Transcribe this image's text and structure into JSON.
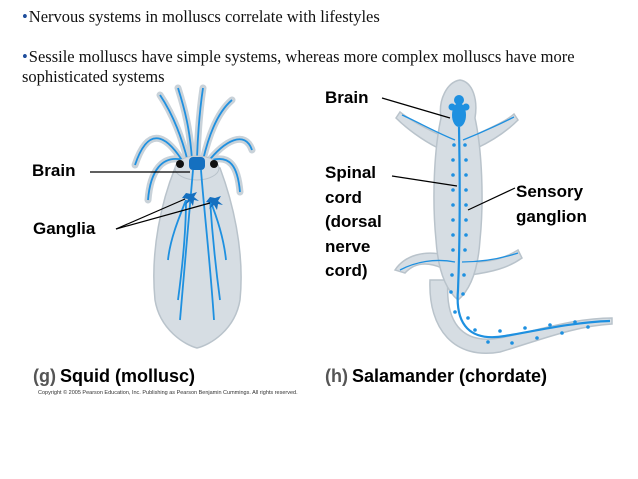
{
  "bullets": [
    {
      "marker": "•",
      "text": "Nervous systems in molluscs correlate with lifestyles"
    },
    {
      "marker": "•",
      "text": "Sessile molluscs have simple systems, whereas more complex molluscs have more sophisticated systems"
    }
  ],
  "squid": {
    "brain_label": "Brain",
    "ganglia_label": "Ganglia",
    "caption_letter": "(g)",
    "caption_text": "Squid (mollusc)"
  },
  "salamander": {
    "brain_label": "Brain",
    "spinal_cord_label": [
      "Spinal",
      "cord",
      "(dorsal",
      "nerve",
      "cord)"
    ],
    "sensory_label": [
      "Sensory",
      "ganglion"
    ],
    "caption_letter": "(h)",
    "caption_text": "Salamander (chordate)"
  },
  "copyright": "Copyright © 2005 Pearson Education, Inc. Publishing as Pearson Benjamin Cummings. All rights reserved.",
  "colors": {
    "body_fill": "#d6dde3",
    "body_stroke": "#b9c3cb",
    "nerve": "#1e90e0",
    "nerve_dark": "#1570c0",
    "bullet_marker": "#1f4e9c"
  }
}
